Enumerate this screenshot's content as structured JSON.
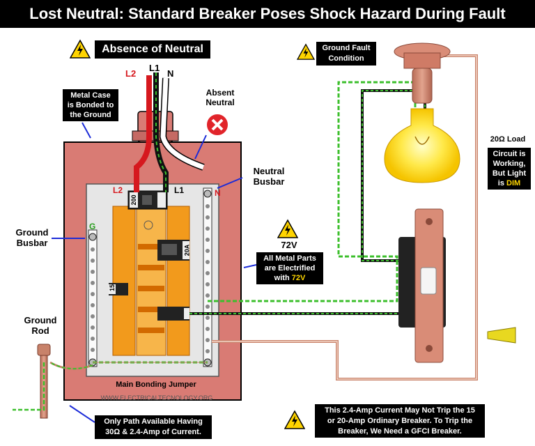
{
  "title": "Lost Neutral: Standard Breaker Poses Shock Hazard During Fault",
  "absence_label": "Absence of Neutral",
  "ground_fault_line1": "Ground Fault",
  "ground_fault_line2": "Condition",
  "wire_l1": "L1",
  "wire_l2": "L2",
  "wire_n": "N",
  "absent_neutral_line1": "Absent",
  "absent_neutral_line2": "Neutral",
  "metal_case_line1": "Metal Case",
  "metal_case_line2": "is Bonded to",
  "metal_case_line3": "the Ground",
  "neutral_busbar_line1": "Neutral",
  "neutral_busbar_line2": "Busbar",
  "ground_busbar_line1": "Ground",
  "ground_busbar_line2": "Busbar",
  "busbar_g": "G",
  "busbar_n": "N",
  "main_breaker_rating": "200",
  "breaker_20a": "20A",
  "breaker_15": "15",
  "voltage": "72V",
  "metal_parts_line1": "All Metal Parts",
  "metal_parts_line2": "are Electrified",
  "metal_parts_line3_pre": "with ",
  "metal_parts_line3_hl": "72V",
  "load_label": "20Ω Load",
  "circuit_line1": "Circuit is",
  "circuit_line2": "Working,",
  "circuit_line3": "But Light",
  "circuit_line4_pre": "is ",
  "circuit_line4_hl": "DIM",
  "ground_rod_line1": "Ground",
  "ground_rod_line2": "Rod",
  "bonding_jumper": "Main Bonding Jumper",
  "website": "WWW.ELECTRICALTECNOLOGY.ORG",
  "path_line1": "Only Path Available Having",
  "path_line2": "30Ω & 2.4-Amp of Current.",
  "trip_line1": "This 2.4-Amp Current May Not Trip the 15",
  "trip_line2": "or 20-Amp Ordinary Breaker. To Trip the",
  "trip_line3": "Breaker, We Need a GFCI Breaker.",
  "colors": {
    "panel_case": "#d97b74",
    "busbar": "#f29a1c",
    "hot_wire_red": "#d6181e",
    "ground_wire": "#3cbf2c",
    "copper": "#c8826a",
    "bulb_glow": "#ffe94a"
  }
}
